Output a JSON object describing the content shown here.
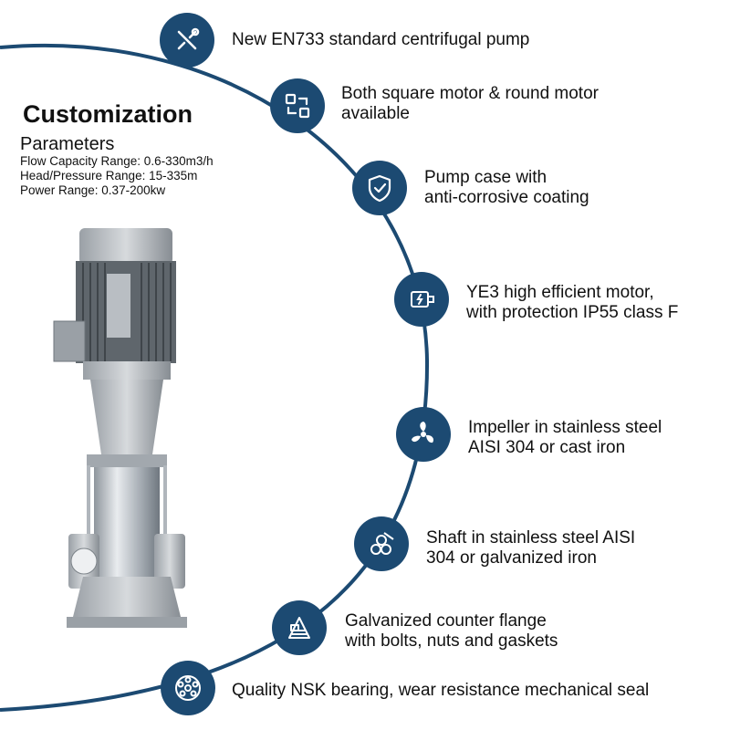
{
  "left_panel": {
    "title": "Customization",
    "params_heading": "Parameters",
    "params": [
      "Flow Capacity Range: 0.6-330m3/h",
      "Head/Pressure Range: 15-335m",
      "Power Range: 0.37-200kw"
    ]
  },
  "colors": {
    "accent": "#1c4a72",
    "icon_fg": "#ffffff"
  },
  "features": [
    {
      "icon": "tools-icon",
      "lines": [
        "New EN733 standard centrifugal pump"
      ]
    },
    {
      "icon": "swap-icon",
      "lines": [
        "Both square motor & round motor",
        "available"
      ]
    },
    {
      "icon": "shield-check-icon",
      "lines": [
        "Pump case with",
        "anti-corrosive coating"
      ]
    },
    {
      "icon": "motor-icon",
      "lines": [
        "YE3 high efficient motor,",
        "with protection IP55 class F"
      ]
    },
    {
      "icon": "impeller-icon",
      "lines": [
        "Impeller in stainless steel",
        "AISI 304 or cast iron"
      ]
    },
    {
      "icon": "shaft-icon",
      "lines": [
        "Shaft in stainless steel AISI",
        "304 or galvanized iron"
      ]
    },
    {
      "icon": "flange-icon",
      "lines": [
        "Galvanized counter flange",
        "with bolts, nuts and gaskets"
      ]
    },
    {
      "icon": "bearing-icon",
      "lines": [
        "Quality NSK bearing, wear resistance mechanical seal"
      ]
    }
  ]
}
